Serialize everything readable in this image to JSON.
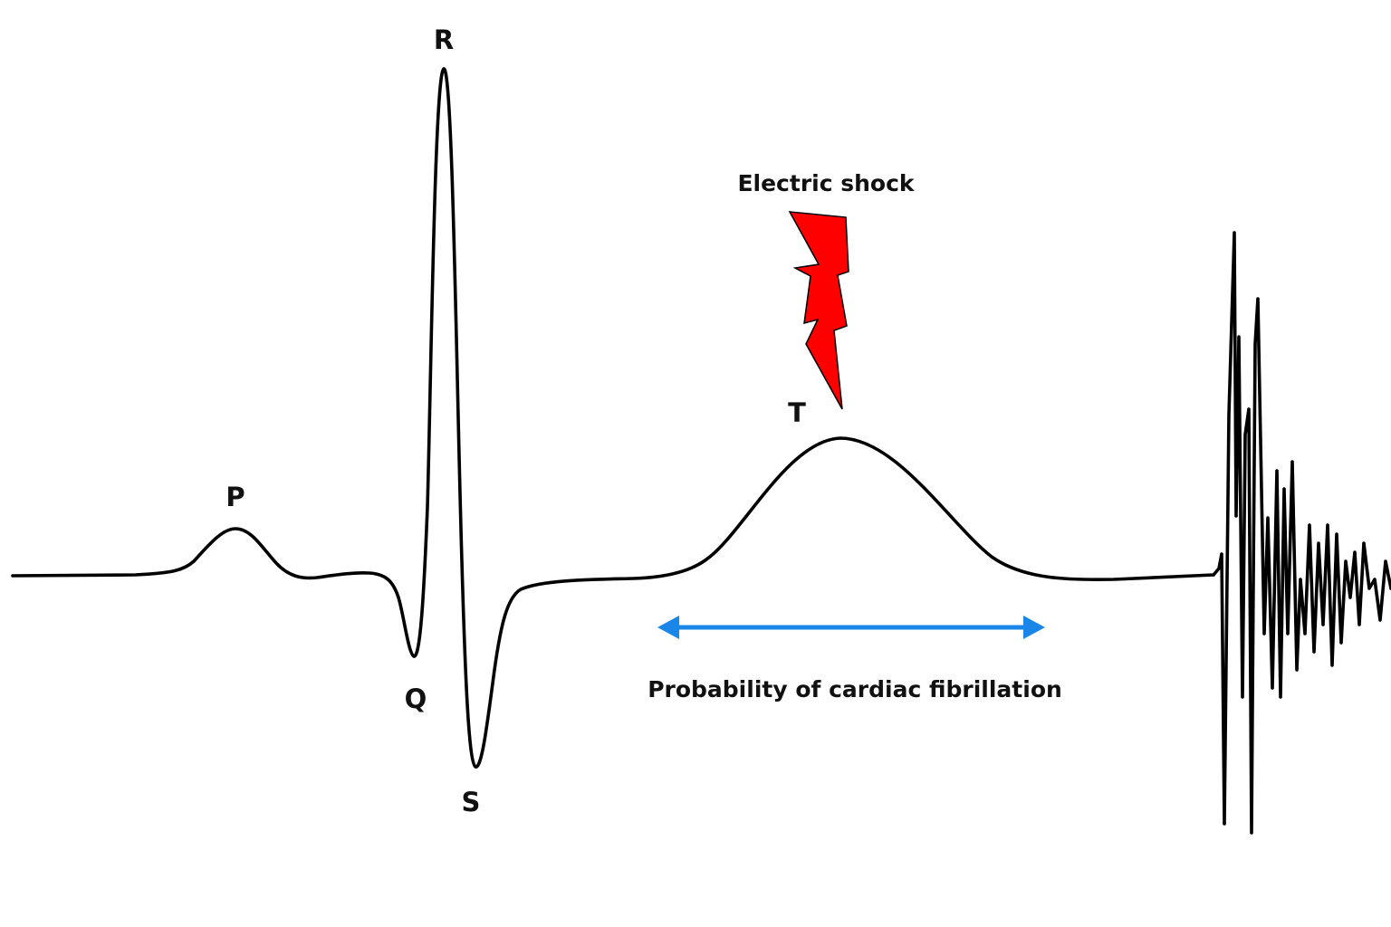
{
  "labels": {
    "p": "P",
    "q": "Q",
    "r": "R",
    "s": "S",
    "t": "T"
  },
  "annotations": {
    "shock": "Electric shock",
    "fibrillation": "Probability of cardiac fibrillation"
  },
  "colors": {
    "trace": "#000000",
    "bolt": "#ff0000",
    "arrow": "#1a86e8",
    "text": "#111111"
  },
  "icons": {
    "shock": "lightning-bolt-icon",
    "range": "double-headed-arrow-icon"
  }
}
